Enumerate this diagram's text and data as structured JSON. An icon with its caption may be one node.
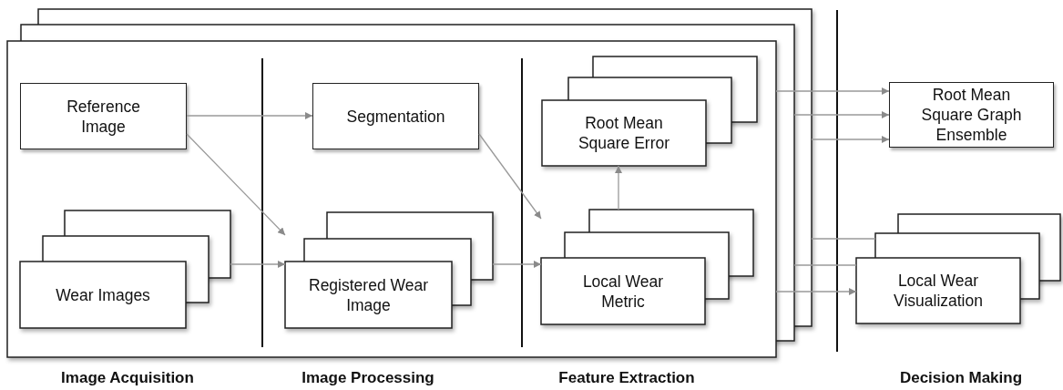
{
  "diagram": {
    "nodes": [
      {
        "text": [],
        "shape": "box"
      },
      {
        "text": [
          "Reference Image"
        ],
        "in": 0
      },
      {
        "text": [
          "Segmentation"
        ],
        "in": 0
      },
      {
        "text": [
          "Root Mean Square Error"
        ],
        "in": 0
      },
      {
        "text": [
          "Wear Images"
        ],
        "in": 0
      },
      {
        "text": [
          "Registered Wear Image"
        ],
        "in": 0
      },
      {
        "text": [
          "Local Wear Metric"
        ],
        "in": 0
      },
      {
        "text": [
          "Root Mean Square Graph Ensemble"
        ]
      },
      {
        "text": [
          "Local Wear Visualization"
        ]
      }
    ],
    "edges": [
      {
        "from": 1,
        "to": 2,
        "arrow": "to"
      },
      {
        "from": 1,
        "to": 5,
        "arrow": "to"
      },
      {
        "from": 4,
        "to": 5,
        "arrow": "to"
      },
      {
        "from": 2,
        "to": 6,
        "arrow": "to"
      },
      {
        "from": 5,
        "to": 6,
        "arrow": "to"
      },
      {
        "from": 6,
        "to": 3,
        "arrow": "to"
      },
      {
        "from": 0,
        "to": 7,
        "arrow": "to"
      },
      {
        "from": 0,
        "to": 7,
        "arrow": "to"
      },
      {
        "from": 0,
        "to": 7,
        "arrow": "to"
      },
      {
        "from": 0,
        "to": 8,
        "arrow": "none"
      },
      {
        "from": 0,
        "to": 8,
        "arrow": "none"
      },
      {
        "from": 0,
        "to": 8,
        "arrow": "to"
      }
    ],
    "labels": [
      "Image Acquisition",
      "Image Processing",
      "Feature Extraction",
      "Decision Making"
    ]
  }
}
